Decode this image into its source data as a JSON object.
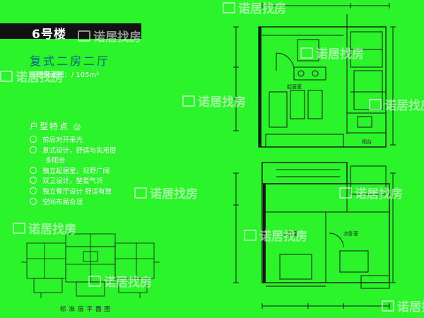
{
  "building": "6号楼",
  "layout_type": "复式二房二厅",
  "area": "◎建筑面积：/ 105m²",
  "features_title": "户型特点 ◎",
  "features": [
    "前后对开采光",
    "复式设计，舒适与实用度",
    "多阳台",
    "独立起居室，视野广阔",
    "双卫设计，整套气派",
    "独立餐厅设计 舒适有致",
    "空间布局合理"
  ],
  "rooms": {
    "upper_living": "起居室",
    "upper_balcony": "阳台",
    "master_bedroom": "主卧室",
    "second_bedroom": "次卧室"
  },
  "thumbnail_caption": "标准层平面图",
  "watermark": "诺居找房",
  "colors": {
    "background": "#2bf42b",
    "title_bar": "#111111",
    "accent_text": "#0b5d8f",
    "line": "#1a1a1a"
  }
}
